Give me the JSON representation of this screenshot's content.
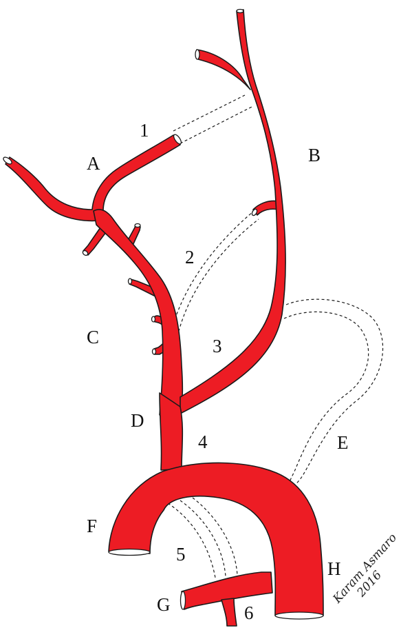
{
  "colors": {
    "vessel_fill": "#ed1c24",
    "outline": "#1a1a1a",
    "background": "#ffffff"
  },
  "labels": {
    "A": "A",
    "B": "B",
    "C": "C",
    "D": "D",
    "E": "E",
    "F": "F",
    "G": "G",
    "H": "H",
    "n1": "1",
    "n2": "2",
    "n3": "3",
    "n4": "4",
    "n5": "5",
    "n6": "6"
  },
  "signature": {
    "name": "Karam Asmaro",
    "year": "2016"
  }
}
